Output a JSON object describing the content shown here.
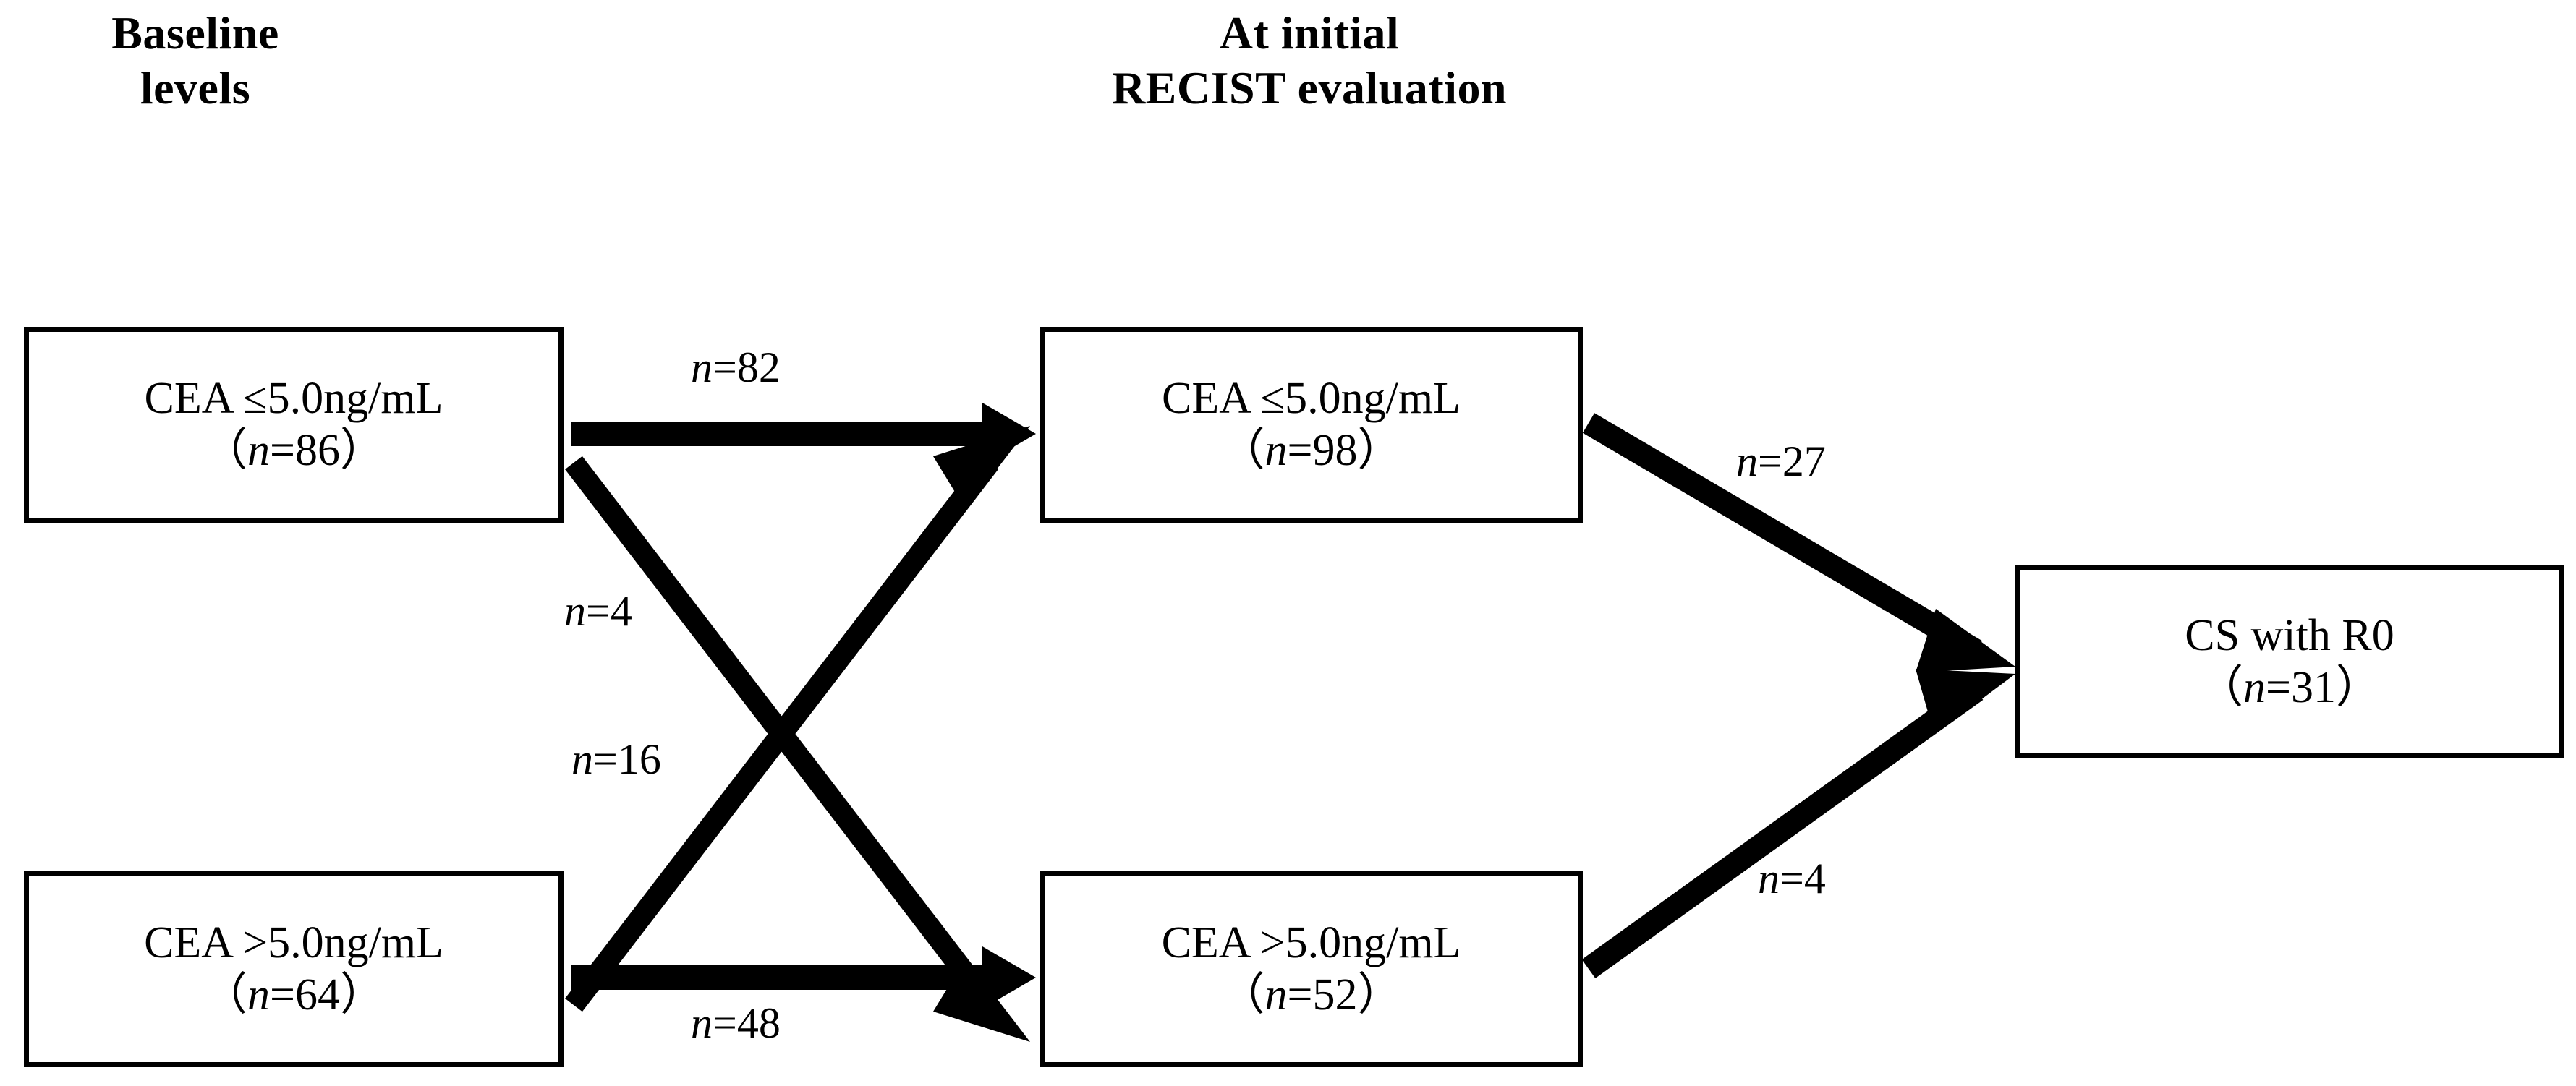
{
  "figure": {
    "type": "flow-diagram",
    "background_color": "#ffffff",
    "stroke_color": "#000000"
  },
  "headers": {
    "baseline": "Baseline\nlevels",
    "recist": "At initial\nRECIST evaluation"
  },
  "nodes": {
    "baseline_low": {
      "line1": "CEA ≤5.0ng/mL",
      "n_prefix": "（",
      "n_symbol": "n",
      "n_value": "=86",
      "n_suffix": "）"
    },
    "baseline_high": {
      "line1": "CEA >5.0ng/mL",
      "n_prefix": "（",
      "n_symbol": "n",
      "n_value": "=64",
      "n_suffix": "）"
    },
    "recist_low": {
      "line1": "CEA ≤5.0ng/mL",
      "n_prefix": "（",
      "n_symbol": "n",
      "n_value": "=98",
      "n_suffix": "）"
    },
    "recist_high": {
      "line1": "CEA >5.0ng/mL",
      "n_prefix": "（",
      "n_symbol": "n",
      "n_value": "=52",
      "n_suffix": "）"
    },
    "cs_r0": {
      "line1": "CS with R0",
      "n_prefix": "（",
      "n_symbol": "n",
      "n_value": "=31",
      "n_suffix": "）"
    }
  },
  "edges": [
    {
      "id": "baseline-low-to-recist-low",
      "symbol": "n",
      "value": "=82",
      "label": "n=82",
      "count": 82,
      "from": "baseline_low",
      "to": "recist_low"
    },
    {
      "id": "baseline-low-to-recist-high",
      "symbol": "n",
      "value": "=4",
      "label": "n=4",
      "count": 4,
      "from": "baseline_low",
      "to": "recist_high"
    },
    {
      "id": "baseline-high-to-recist-low",
      "symbol": "n",
      "value": "=16",
      "label": "n=16",
      "count": 16,
      "from": "baseline_high",
      "to": "recist_low"
    },
    {
      "id": "baseline-high-to-recist-high",
      "symbol": "n",
      "value": "=48",
      "label": "n=48",
      "count": 48,
      "from": "baseline_high",
      "to": "recist_high"
    },
    {
      "id": "recist-low-to-cs-r0",
      "symbol": "n",
      "value": "=27",
      "label": "n=27",
      "count": 27,
      "from": "recist_low",
      "to": "cs_r0"
    },
    {
      "id": "recist-high-to-cs-r0",
      "symbol": "n",
      "value": "=4",
      "label": "n=4",
      "count": 4,
      "from": "recist_high",
      "to": "cs_r0"
    }
  ]
}
